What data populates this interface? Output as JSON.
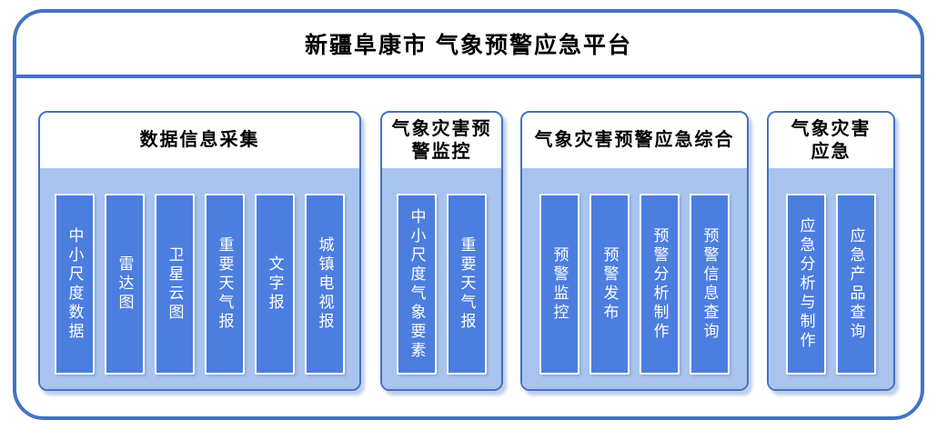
{
  "title": "新疆阜康市 气象预警应急平台",
  "colors": {
    "frame_border": "#4472C4",
    "panel_border": "#4472C4",
    "panel_header_bg": "#FFFFFF",
    "panel_body_bg": "#A9C4EE",
    "bar_bg": "#4C7EE0",
    "bar_border": "#FFFFFF",
    "bar_text": "#FFFFFF",
    "title_text": "#000000"
  },
  "panels": [
    {
      "title": "数据信息采集",
      "items": [
        "中小尺度数据",
        "雷达图",
        "卫星云图",
        "重要天气报",
        "文字报",
        "城镇电视报"
      ]
    },
    {
      "title": "气象灾害预警监控",
      "items": [
        "中小尺度气象要素",
        "重要天气报"
      ]
    },
    {
      "title": "气象灾害预警应急综合",
      "items": [
        "预警监控",
        "预警发布",
        "预警分析制作",
        "预警信息查询"
      ]
    },
    {
      "title": "气象灾害应急",
      "items": [
        "应急分析与制作",
        "应急产品查询"
      ]
    }
  ]
}
